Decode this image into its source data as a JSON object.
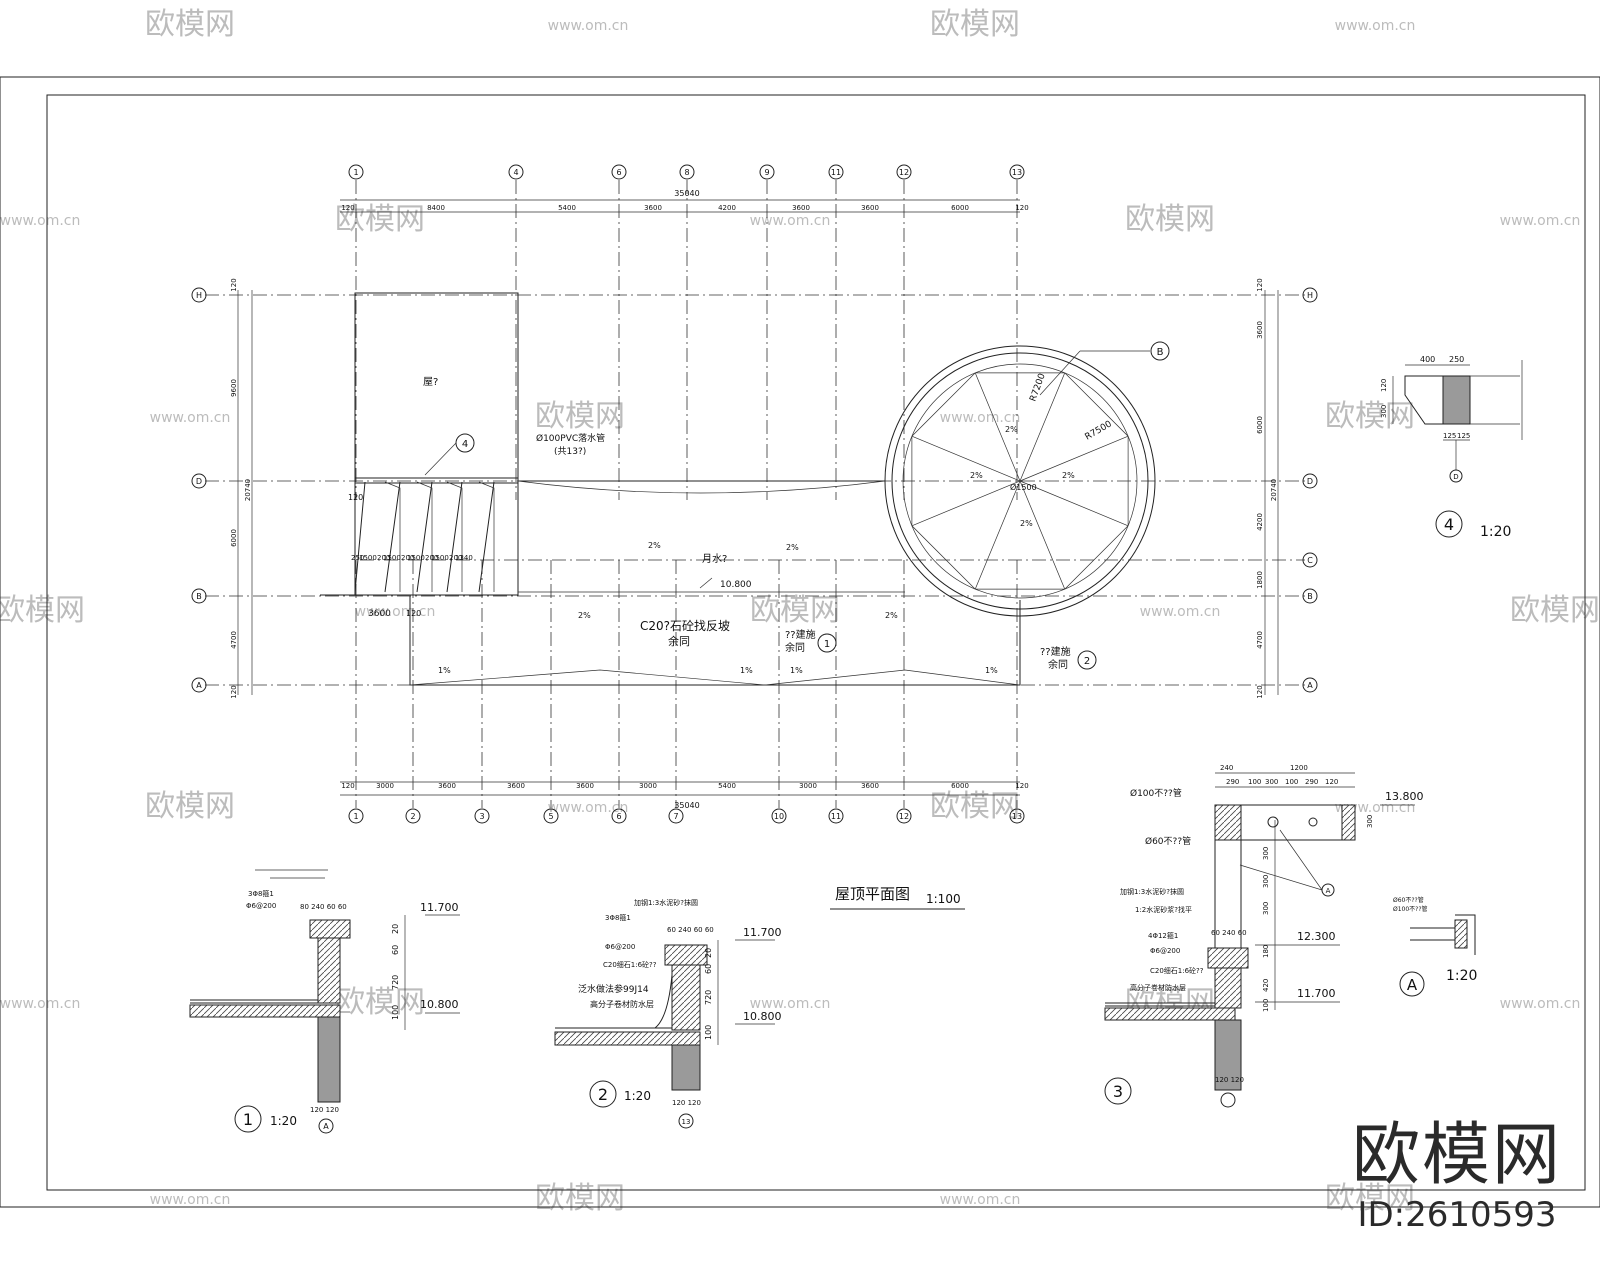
{
  "watermark": {
    "logo": "欧模网",
    "url": "www.om.cn"
  },
  "brand": {
    "logo": "欧模网",
    "id": "ID:2610593"
  },
  "plan": {
    "title": "屋顶平面图",
    "scale": "1:100",
    "top_axes": [
      "1",
      "4",
      "6",
      "8",
      "9",
      "11",
      "12",
      "13"
    ],
    "bottom_axes": [
      "1",
      "2",
      "3",
      "5",
      "6",
      "7",
      "10",
      "11",
      "12",
      "13"
    ],
    "row_axes": [
      "H",
      "D",
      "C",
      "B",
      "A"
    ],
    "top_total": "35040",
    "bottom_total": "35040",
    "top_dims": [
      "120",
      "8400",
      "5400",
      "3600",
      "4200",
      "3600",
      "3600",
      "6000",
      "120"
    ],
    "bottom_dims": [
      "120",
      "3000",
      "3600",
      "3600",
      "3600",
      "3000",
      "5400",
      "3000",
      "3600",
      "6000",
      "120"
    ],
    "left_dims": [
      "120",
      "9600",
      "6000",
      "4700",
      "120"
    ],
    "left_total": "20740",
    "right_dims": [
      "120",
      "3600",
      "6000",
      "4200",
      "1800",
      "4700",
      "120"
    ],
    "right_total": "20740",
    "roof_label": "屋?",
    "pipe_note": "Ø100PVC落水管",
    "pipe_count": "(共13?)",
    "drain_label": "月水?",
    "elev_roof": "10.800",
    "slope_note": "C20?石砼找反坡",
    "slope_note2": "余同",
    "side_note": "??建施",
    "side_note2": "余同",
    "side_note3": "??建施",
    "side_note4": "余同",
    "circle_r1": "R7200",
    "circle_r2": "R7500",
    "circle_center": "Ø1500",
    "slope_2": "2%",
    "slope_1": "1%",
    "dim_3600": "3600",
    "dim_120": "120",
    "dim_120b": "120",
    "stair_dims": [
      "250",
      "1500",
      "200",
      "1500",
      "200",
      "1500",
      "200",
      "1500",
      "200",
      "1340"
    ],
    "callout_b": "B",
    "callout_4": "4",
    "callout_1": "1",
    "callout_2": "2"
  },
  "detail4": {
    "no": "4",
    "scale": "1:20",
    "d400": "400",
    "d250": "250",
    "d120": "120",
    "d300": "300",
    "d125a": "125",
    "d125b": "125",
    "axis": "D"
  },
  "detailA": {
    "no": "A",
    "scale": "1:20",
    "note1": "Ø60不??管",
    "note2": "Ø100不??管"
  },
  "detail1": {
    "no": "1",
    "scale": "1:20",
    "elev_top": "11.700",
    "elev_bottom": "10.800",
    "d60": "60",
    "d720": "720",
    "d100": "100",
    "d20": "20",
    "rebar1": "3Φ8箍1",
    "rebar2": "Φ6@200",
    "dims_top": "80 240 60 60",
    "base": "120 120",
    "axis": "A"
  },
  "detail2": {
    "no": "2",
    "scale": "1:20",
    "elev_top": "11.700",
    "elev_bottom": "10.800",
    "note1": "加钢1:3水泥砂?抹圆",
    "note2": "3Φ8箍1",
    "note3": "Φ6@200",
    "note4": "C20细石1:6砼??",
    "note5": "泛水做法参99J14",
    "note6": "高分子卷材防水层",
    "dims_top": "60 240 60 60",
    "d20": "20",
    "d60": "60",
    "d720": "720",
    "d100": "100",
    "base": "120 120",
    "axis": "13"
  },
  "detail3": {
    "no": "3",
    "top_dims": [
      "240",
      "1200"
    ],
    "dims_row": [
      "290",
      "100",
      "300",
      "100",
      "290",
      "120"
    ],
    "pipe1": "Ø100不??管",
    "pipe2": "Ø60不??管",
    "note1": "加钢1:3水泥砂?抹圆",
    "note2": "1:2水泥砂浆?找平",
    "note3": "4Φ12箍1",
    "note4": "Φ6@200",
    "note5": "C20细石1:6砼??",
    "note6": "高分子卷材防水层",
    "elev1": "13.800",
    "elev2": "12.300",
    "elev3": "11.700",
    "d300": "300",
    "d180": "180",
    "d420": "420",
    "d100": "100",
    "dims_mid": "60 240 60",
    "base": "120 120",
    "callout": "A"
  }
}
